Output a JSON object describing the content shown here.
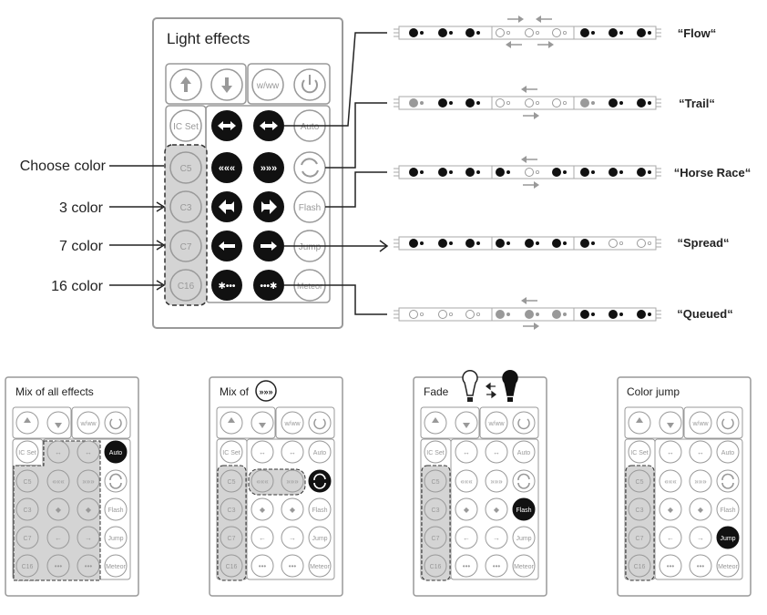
{
  "main_remote": {
    "title": "Light effects",
    "top_buttons": [
      "w/ww"
    ],
    "icset_label": "IC Set",
    "color_buttons": [
      "C5",
      "C3",
      "C7",
      "C16"
    ],
    "side_buttons": [
      "Auto",
      "",
      "Flash",
      "Jump",
      "Meteor"
    ]
  },
  "left_labels": [
    "Choose color",
    "3 color",
    "7 color",
    "16 color"
  ],
  "effects": [
    {
      "label": "“Flow“"
    },
    {
      "label": "“Trail“"
    },
    {
      "label": "“Horse Race“"
    },
    {
      "label": "“Spread“"
    },
    {
      "label": "“Queued“"
    }
  ],
  "small_remotes": [
    {
      "title": "Mix of all effects",
      "highlight": "Auto"
    },
    {
      "title": "Mix of",
      "highlight": "loop"
    },
    {
      "title": "Fade",
      "highlight": "Flash"
    },
    {
      "title": "Color jump",
      "highlight": "Jump"
    }
  ],
  "small_labels": {
    "wwww": "w/ww",
    "icset": "IC Set",
    "auto": "Auto",
    "flash": "Flash",
    "jump": "Jump",
    "meteor": "Meteor",
    "colors": [
      "C5",
      "C3",
      "C7",
      "C16"
    ]
  },
  "colors": {
    "dark": "#111111",
    "line": "#999999",
    "fill": "#cfcfcf",
    "text": "#222222"
  }
}
